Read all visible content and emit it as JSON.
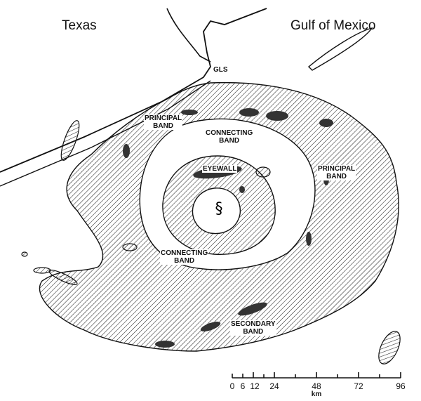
{
  "labels": {
    "texas": "Texas",
    "gulf": "Gulf of Mexico",
    "gls": "GLS",
    "principal_band_west": [
      "PRINCIPAL",
      "BAND"
    ],
    "principal_band_east": [
      "PRINCIPAL",
      "BAND"
    ],
    "connecting_band_north": [
      "CONNECTING",
      "BAND"
    ],
    "connecting_band_south": [
      "CONNECTING",
      "BAND"
    ],
    "eyewall": "EYEWALL",
    "secondary_band": [
      "SECONDARY",
      "BAND"
    ]
  },
  "scale": {
    "ticks": [
      "0",
      "6",
      "12",
      "24",
      "48",
      "72",
      "96"
    ],
    "unit": "km"
  },
  "colors": {
    "ink": "#111111",
    "background": "#ffffff"
  }
}
